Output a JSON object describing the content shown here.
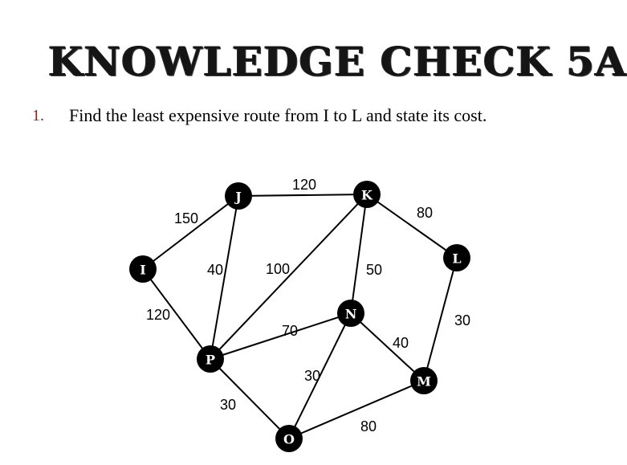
{
  "slide": {
    "title": "KNOWLEDGE CHECK 5A",
    "question_number": "1.",
    "question_text": "Find the least expensive route from I to L and state its cost."
  },
  "graph": {
    "nodes": [
      {
        "id": "I",
        "label": "I"
      },
      {
        "id": "J",
        "label": "J"
      },
      {
        "id": "K",
        "label": "K"
      },
      {
        "id": "L",
        "label": "L"
      },
      {
        "id": "N",
        "label": "N"
      },
      {
        "id": "P",
        "label": "P"
      },
      {
        "id": "M",
        "label": "M"
      },
      {
        "id": "O",
        "label": "O"
      }
    ],
    "edges": [
      {
        "from": "I",
        "to": "J",
        "weight": "150"
      },
      {
        "from": "J",
        "to": "K",
        "weight": "120"
      },
      {
        "from": "K",
        "to": "L",
        "weight": "80"
      },
      {
        "from": "I",
        "to": "P",
        "weight": "120"
      },
      {
        "from": "J",
        "to": "P",
        "weight": "40"
      },
      {
        "from": "K",
        "to": "P",
        "weight": "100"
      },
      {
        "from": "K",
        "to": "N",
        "weight": "50"
      },
      {
        "from": "L",
        "to": "M",
        "weight": "30"
      },
      {
        "from": "P",
        "to": "N",
        "weight": "70"
      },
      {
        "from": "N",
        "to": "M",
        "weight": "40"
      },
      {
        "from": "N",
        "to": "O",
        "weight": "30"
      },
      {
        "from": "P",
        "to": "O",
        "weight": "30"
      },
      {
        "from": "O",
        "to": "M",
        "weight": "80"
      }
    ]
  }
}
